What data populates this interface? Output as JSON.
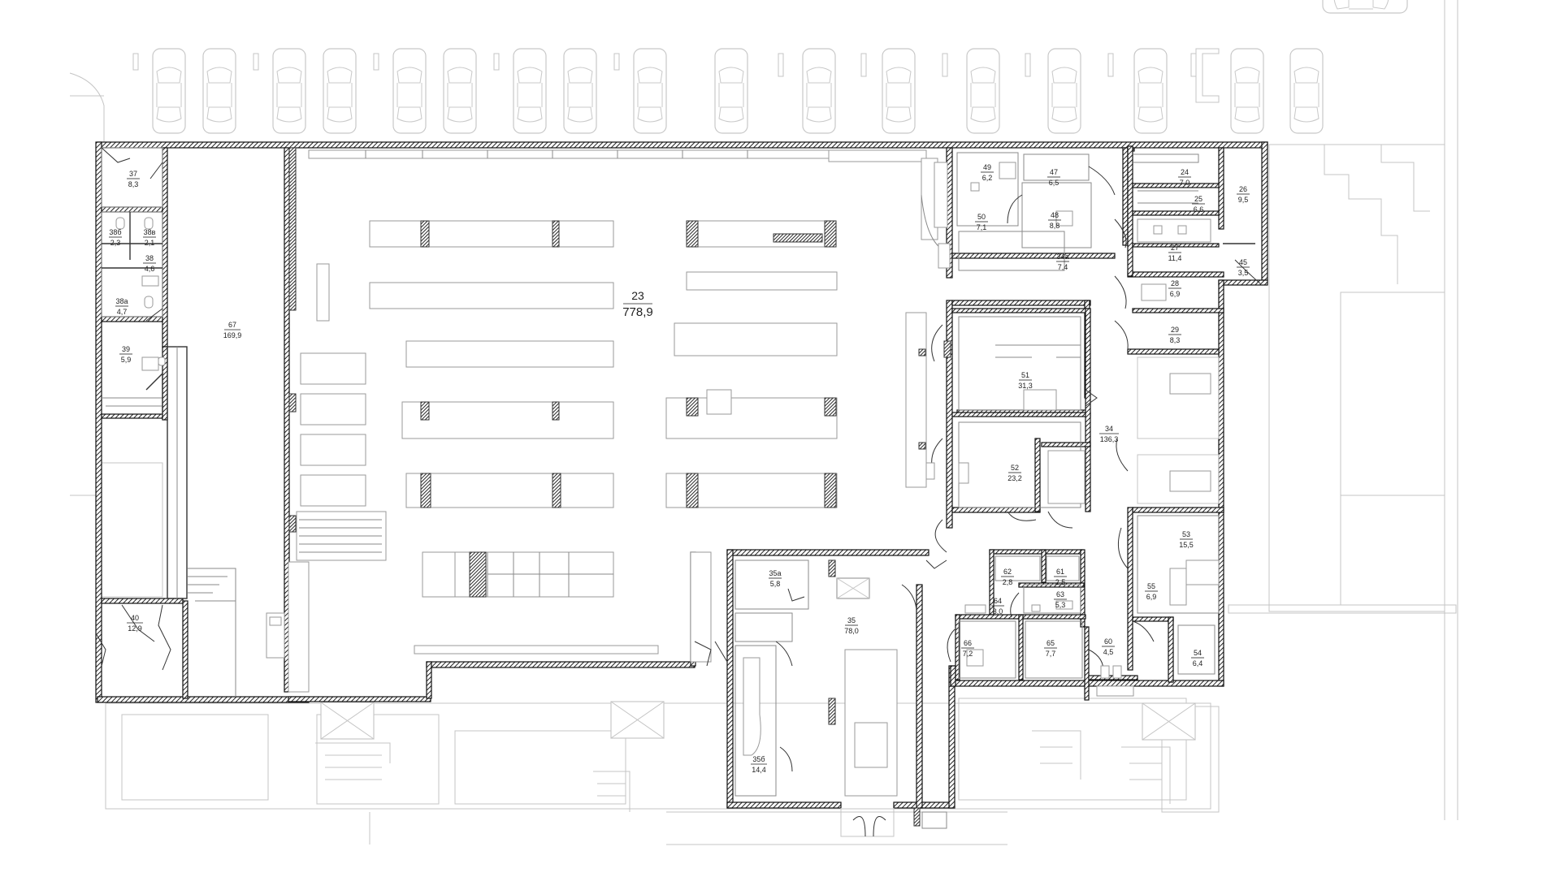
{
  "rooms": [
    {
      "id": "main",
      "number": "23",
      "area": "778,9"
    },
    {
      "id": "r37",
      "number": "37",
      "area": "8,3"
    },
    {
      "id": "r38b",
      "number": "38б",
      "area": "2,3"
    },
    {
      "id": "r38v",
      "number": "38в",
      "area": "2,1"
    },
    {
      "id": "r38",
      "number": "38",
      "area": "4,6"
    },
    {
      "id": "r38a",
      "number": "38а",
      "area": "4,7"
    },
    {
      "id": "r39",
      "number": "39",
      "area": "5,9"
    },
    {
      "id": "r40",
      "number": "40",
      "area": "12,9"
    },
    {
      "id": "r67",
      "number": "67",
      "area": "169,9"
    },
    {
      "id": "r49",
      "number": "49",
      "area": "6,2"
    },
    {
      "id": "r47",
      "number": "47",
      "area": "6,5"
    },
    {
      "id": "r50",
      "number": "50",
      "area": "7,1"
    },
    {
      "id": "r48",
      "number": "48",
      "area": "8,8"
    },
    {
      "id": "r34a",
      "number": "34а",
      "area": "7,4"
    },
    {
      "id": "r24",
      "number": "24",
      "area": "7,0"
    },
    {
      "id": "r25",
      "number": "25",
      "area": "6,6"
    },
    {
      "id": "r26",
      "number": "26",
      "area": "9,5"
    },
    {
      "id": "r27",
      "number": "27",
      "area": "11,4"
    },
    {
      "id": "r45",
      "number": "45",
      "area": "3,5"
    },
    {
      "id": "r28",
      "number": "28",
      "area": "6,9"
    },
    {
      "id": "r29",
      "number": "29",
      "area": "8,3"
    },
    {
      "id": "r51",
      "number": "51",
      "area": "31,3"
    },
    {
      "id": "r34",
      "number": "34",
      "area": "136,3"
    },
    {
      "id": "r52",
      "number": "52",
      "area": "23,2"
    },
    {
      "id": "r53",
      "number": "53",
      "area": "15,5"
    },
    {
      "id": "r35a",
      "number": "35а",
      "area": "5,8"
    },
    {
      "id": "r35",
      "number": "35",
      "area": "78,0"
    },
    {
      "id": "r35b",
      "number": "35б",
      "area": "14,4"
    },
    {
      "id": "r62",
      "number": "62",
      "area": "2,8"
    },
    {
      "id": "r61",
      "number": "61",
      "area": "2,5"
    },
    {
      "id": "r63",
      "number": "63",
      "area": "5,3"
    },
    {
      "id": "r64",
      "number": "64",
      "area": "3,0"
    },
    {
      "id": "r55",
      "number": "55",
      "area": "6,9"
    },
    {
      "id": "r66",
      "number": "66",
      "area": "7,2"
    },
    {
      "id": "r65",
      "number": "65",
      "area": "7,7"
    },
    {
      "id": "r60",
      "number": "60",
      "area": "4,5"
    },
    {
      "id": "r54",
      "number": "54",
      "area": "6,4"
    }
  ],
  "colors": {
    "wall": "#2a2a2a",
    "line": "#333333",
    "faint": "#c4c4c4",
    "background": "#ffffff"
  }
}
